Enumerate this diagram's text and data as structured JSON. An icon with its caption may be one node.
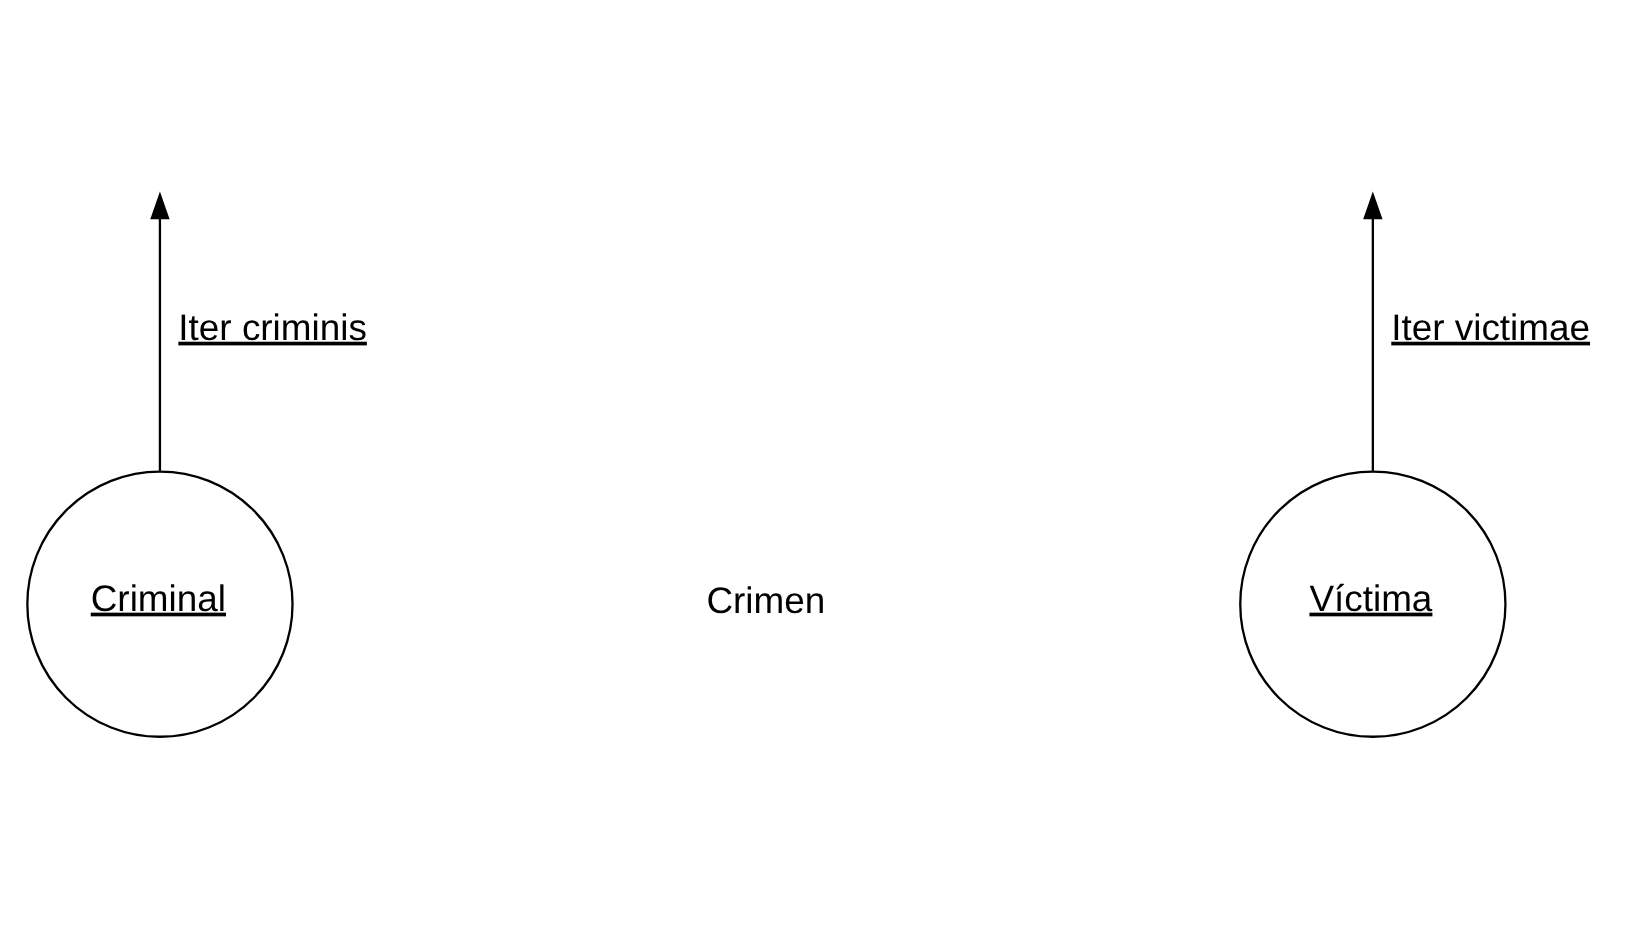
{
  "diagram": {
    "nodes": [
      {
        "text": [
          "Criminal"
        ]
      },
      {
        "text": [
          "Víctima"
        ]
      }
    ],
    "edges": [
      {
        "from": 0,
        "to": null,
        "arrow": "to",
        "label": "Iter criminis"
      },
      {
        "from": 1,
        "to": null,
        "arrow": "to",
        "label": "Iter victimae"
      }
    ],
    "labels": [
      "Crimen"
    ]
  }
}
